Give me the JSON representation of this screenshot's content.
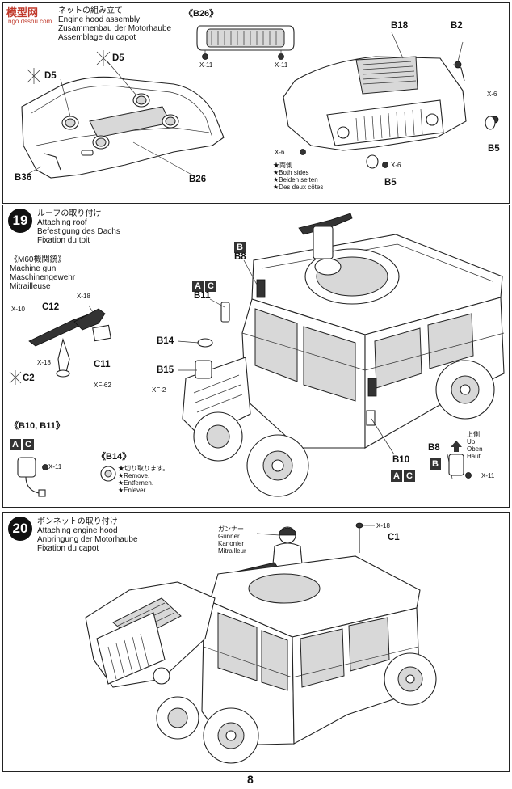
{
  "watermark": {
    "text": "模型网",
    "url": "ngo.dsshu.com"
  },
  "step18": {
    "title_jp": "ネットの組み立て",
    "title_en": "Engine hood assembly",
    "title_de": "Zusammenbau der Motorhaube",
    "title_fr": "Assemblage du capot",
    "subassembly_label": "《B26》",
    "parts": {
      "d5a": "D5",
      "d5b": "D5",
      "b36": "B36",
      "b26": "B26",
      "b18": "B18",
      "b2": "B2",
      "b5a": "B5",
      "b5b": "B5"
    },
    "screws": {
      "x11a": "X-11",
      "x11b": "X-11",
      "x6a": "X-6",
      "x6b": "X-6",
      "x6c": "X-6"
    },
    "both_sides_jp": "★両側",
    "both_sides_en": "★Both sides",
    "both_sides_de": "★Beiden seiten",
    "both_sides_fr": "★Des deux côtes"
  },
  "step19": {
    "number": "19",
    "title_jp": "ルーフの取り付け",
    "title_en": "Attaching roof",
    "title_de": "Befestigung des Dachs",
    "title_fr": "Fixation du toit",
    "mg_jp": "《M60機関銃》",
    "mg_en": "Machine gun",
    "mg_de": "Maschinengewehr",
    "mg_fr": "Mitrailleuse",
    "parts": {
      "c12": "C12",
      "c2": "C2",
      "c11": "C11",
      "b14": "B14",
      "b15": "B15",
      "b11": "B11",
      "b8": "B8",
      "b8b": "B8",
      "b10": "B10"
    },
    "screws": {
      "x10": "X-10",
      "x18a": "X-18",
      "x18b": "X-18",
      "xf62": "XF-62",
      "xf2": "XF-2",
      "x11a": "X-11",
      "x11b": "X-11"
    },
    "badges": {
      "a": "A",
      "b": "B",
      "c": "C"
    },
    "sub_b10_b11": "《B10, B11》",
    "sub_b14": "《B14》",
    "remove_jp": "★切り取ります。",
    "remove_en": "★Remove.",
    "remove_de": "★Entfernen.",
    "remove_fr": "★Enlever.",
    "up_jp": "上側",
    "up_en": "Up",
    "up_de": "Oben",
    "up_fr": "Haut"
  },
  "step20": {
    "number": "20",
    "title_jp": "ボンネットの取り付け",
    "title_en": "Attaching engine hood",
    "title_de": "Anbringung der Motorhaube",
    "title_fr": "Fixation du capot",
    "gunner_jp": "ガンナー",
    "gunner_en": "Gunner",
    "gunner_de": "Kanonier",
    "gunner_fr": "Mitrailleur",
    "parts": {
      "c1": "C1"
    },
    "screws": {
      "x18": "X-18"
    }
  },
  "page_number": "8"
}
